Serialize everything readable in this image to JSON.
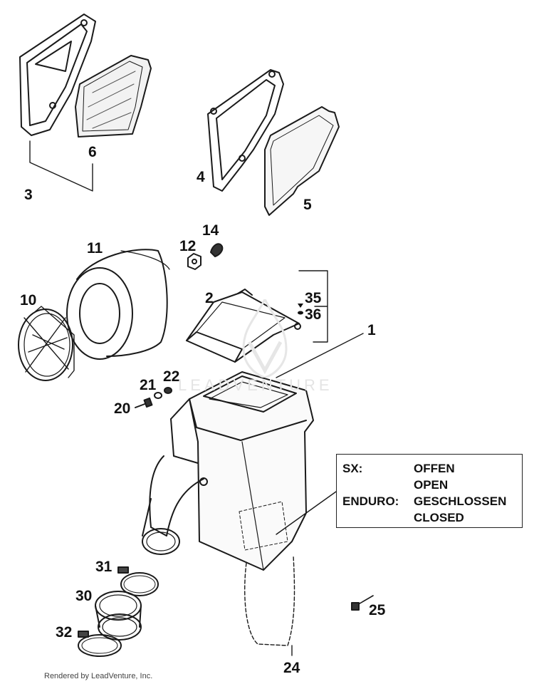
{
  "diagram": {
    "callouts": {
      "c1": "1",
      "c2": "2",
      "c3": "3",
      "c4": "4",
      "c5": "5",
      "c6": "6",
      "c10": "10",
      "c11": "11",
      "c12": "12",
      "c14": "14",
      "c20": "20",
      "c21": "21",
      "c22": "22",
      "c24": "24",
      "c25": "25",
      "c30": "30",
      "c31": "31",
      "c32": "32",
      "c35": "35",
      "c36": "36"
    },
    "legend": {
      "row1_key": "SX:",
      "row1_val": "OFFEN",
      "row2_val": "OPEN",
      "row3_key": "ENDURO:",
      "row3_val": "GESCHLOSSEN",
      "row4_val": "CLOSED"
    },
    "watermark": "LEADVENTURE",
    "footer": "Rendered by LeadVenture, Inc."
  }
}
